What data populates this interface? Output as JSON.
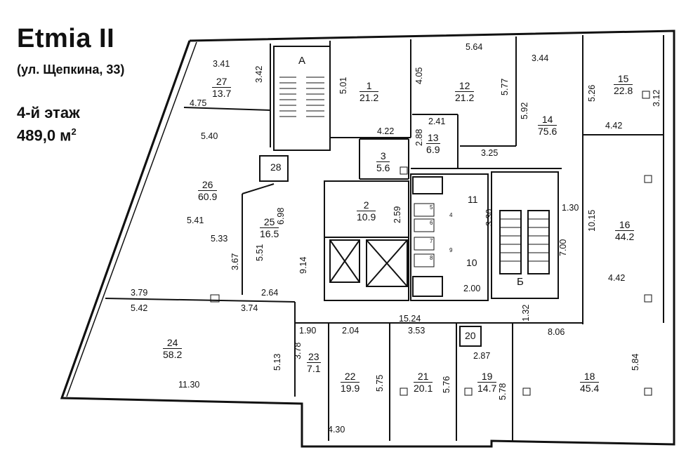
{
  "header": {
    "title": "Etmia II",
    "address": "(ул. Щепкина, 33)",
    "floor": "4-й этаж",
    "area": "489,0 м",
    "area_sup": "2"
  },
  "rooms": [
    {
      "id": "r27",
      "number": "27",
      "area": "13.7"
    },
    {
      "id": "r1",
      "number": "1",
      "area": "21.2"
    },
    {
      "id": "r12",
      "number": "12",
      "area": "21.2"
    },
    {
      "id": "r15",
      "number": "15",
      "area": "22.8"
    },
    {
      "id": "r14",
      "number": "14",
      "area": "75.6"
    },
    {
      "id": "r13",
      "number": "13",
      "area": "6.9"
    },
    {
      "id": "r3",
      "number": "3",
      "area": "5.6"
    },
    {
      "id": "r28",
      "number": "28",
      "area": ""
    },
    {
      "id": "r26",
      "number": "26",
      "area": "60.9"
    },
    {
      "id": "r25",
      "number": "25",
      "area": "16.5"
    },
    {
      "id": "r2",
      "number": "2",
      "area": "10.9"
    },
    {
      "id": "r11",
      "number": "11",
      "area": ""
    },
    {
      "id": "r10",
      "number": "10",
      "area": ""
    },
    {
      "id": "r16",
      "number": "16",
      "area": "44.2"
    },
    {
      "id": "r24",
      "number": "24",
      "area": "58.2"
    },
    {
      "id": "r23",
      "number": "23",
      "area": "7.1"
    },
    {
      "id": "r22",
      "number": "22",
      "area": "19.9"
    },
    {
      "id": "r21",
      "number": "21",
      "area": "20.1"
    },
    {
      "id": "r20",
      "number": "20",
      "area": ""
    },
    {
      "id": "r19",
      "number": "19",
      "area": "14.7"
    },
    {
      "id": "r18",
      "number": "18",
      "area": "45.4"
    }
  ],
  "stairs": {
    "a": "А",
    "b": "Б"
  },
  "wc": [
    "5",
    "6",
    "7",
    "8",
    "4",
    "9"
  ],
  "dimensions": [
    "3.41",
    "3.42",
    "4.75",
    "5.01",
    "4.05",
    "5.64",
    "5.77",
    "3.44",
    "5.26",
    "3.12",
    "4.42",
    "5.92",
    "2.41",
    "2.88",
    "3.25",
    "4.22",
    "5.40",
    "6.98",
    "2.59",
    "3.30",
    "1.30",
    "10.15",
    "5.41",
    "5.33",
    "3.67",
    "5.51",
    "9.14",
    "7.00",
    "4.42",
    "3.79",
    "5.42",
    "2.64",
    "3.74",
    "2.00",
    "1.32",
    "15.24",
    "1.90",
    "2.04",
    "3.53",
    "8.06",
    "3.78",
    "5.13",
    "5.75",
    "5.76",
    "2.87",
    "5.78",
    "5.84",
    "11.30",
    "4.30"
  ]
}
